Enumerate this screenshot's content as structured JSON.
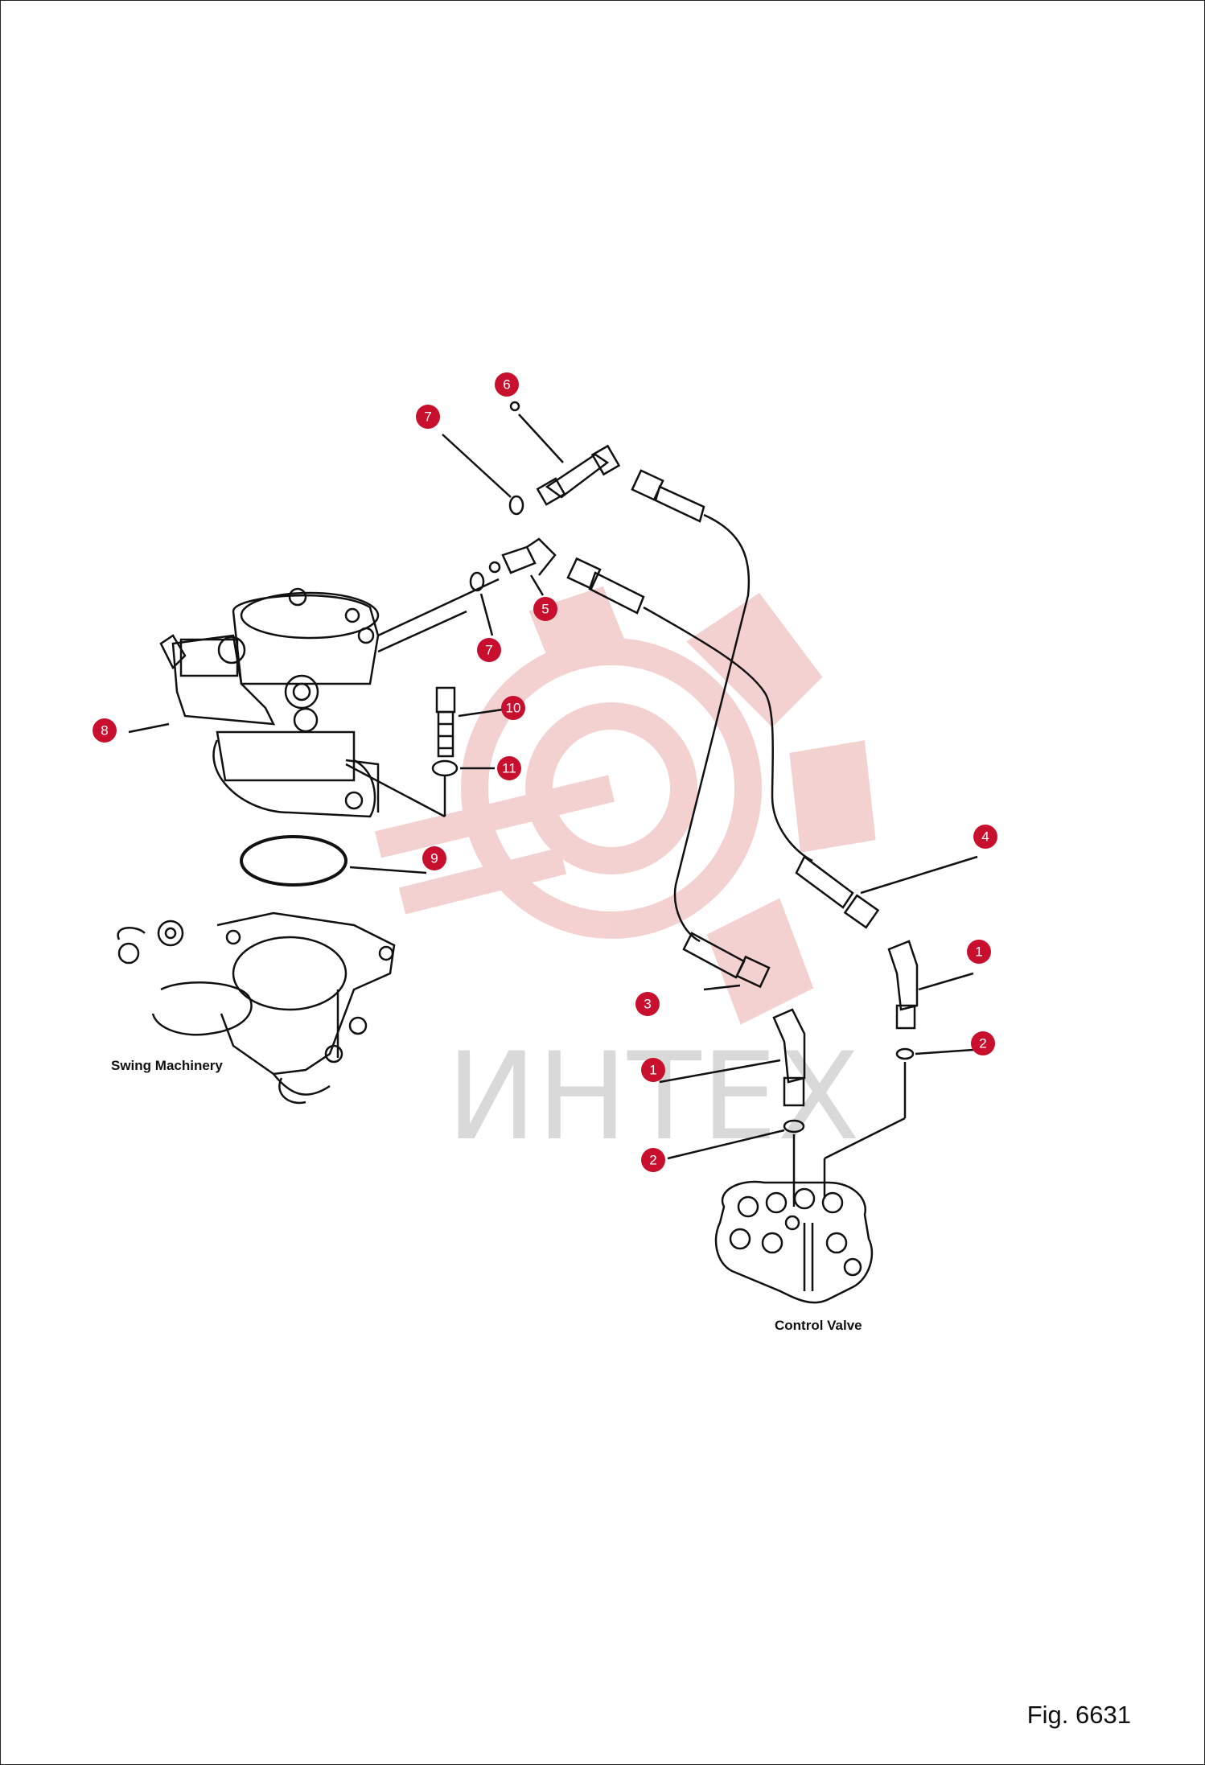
{
  "figure_label": "Fig. 6631",
  "watermark": "ИНТЕХ",
  "labels": {
    "swing_machinery": "Swing Machinery",
    "control_valve": "Control Valve"
  },
  "callouts": [
    {
      "id": "7a",
      "number": "7"
    },
    {
      "id": "6",
      "number": "6"
    },
    {
      "id": "5",
      "number": "5"
    },
    {
      "id": "7b",
      "number": "7"
    },
    {
      "id": "8",
      "number": "8"
    },
    {
      "id": "10",
      "number": "10"
    },
    {
      "id": "11",
      "number": "11"
    },
    {
      "id": "9",
      "number": "9"
    },
    {
      "id": "4",
      "number": "4"
    },
    {
      "id": "1a",
      "number": "1"
    },
    {
      "id": "2a",
      "number": "2"
    },
    {
      "id": "3",
      "number": "3"
    },
    {
      "id": "1b",
      "number": "1"
    },
    {
      "id": "2b",
      "number": "2"
    }
  ],
  "colors": {
    "callout": "#c8102e",
    "watermark": "#f3c9c9",
    "line": "#111111"
  }
}
